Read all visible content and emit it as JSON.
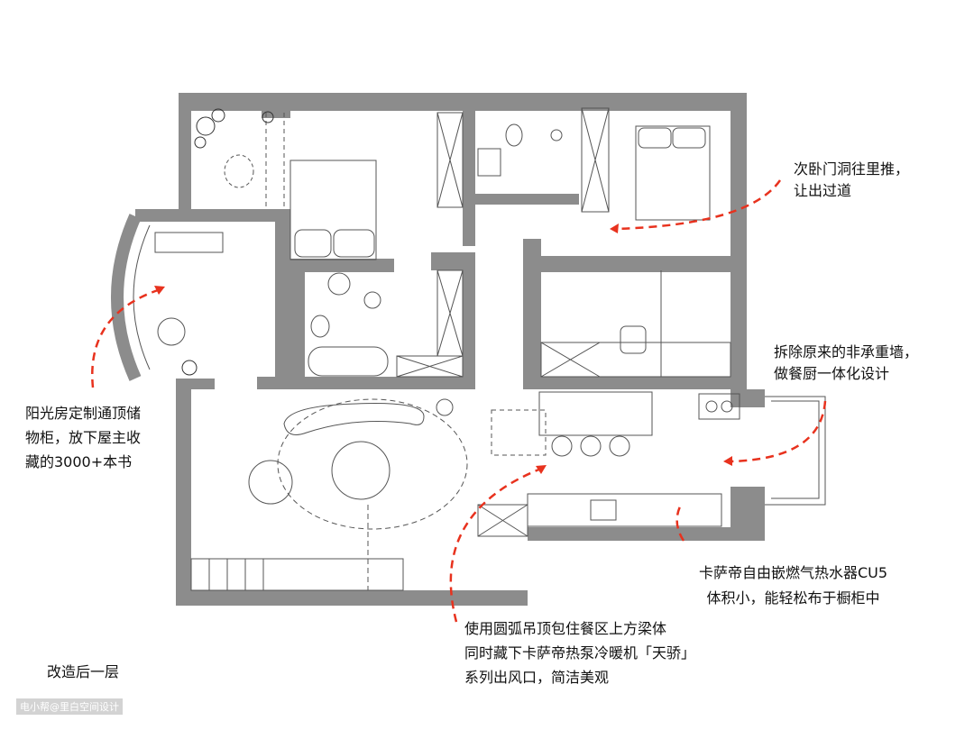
{
  "plan_title": "改造后一层",
  "watermark": "电小帮@里白空间设计",
  "colors": {
    "wall": "#8c8c8c",
    "line": "#555555",
    "arrow": "#e8321e"
  },
  "annotations": [
    {
      "id": "bedroom-door",
      "lines": [
        "次卧门洞往里推，",
        "让出过道"
      ]
    },
    {
      "id": "kitchen-wall",
      "lines": [
        "拆除原来的非承重墙，",
        "做餐厨一体化设计"
      ]
    },
    {
      "id": "sunroom-cabinet",
      "lines": [
        "阳光房定制通顶储",
        "物柜，放下屋主收",
        "藏的3000+本书"
      ]
    },
    {
      "id": "water-heater",
      "lines": [
        "卡萨帝自由嵌燃气热水器CU5",
        "体积小，能轻松布于橱柜中"
      ]
    },
    {
      "id": "ceiling-arc",
      "lines": [
        "使用圆弧吊顶包住餐区上方梁体",
        "同时藏下卡萨帝热泵冷暖机「天骄」",
        "系列出风口，简洁美观"
      ]
    }
  ]
}
